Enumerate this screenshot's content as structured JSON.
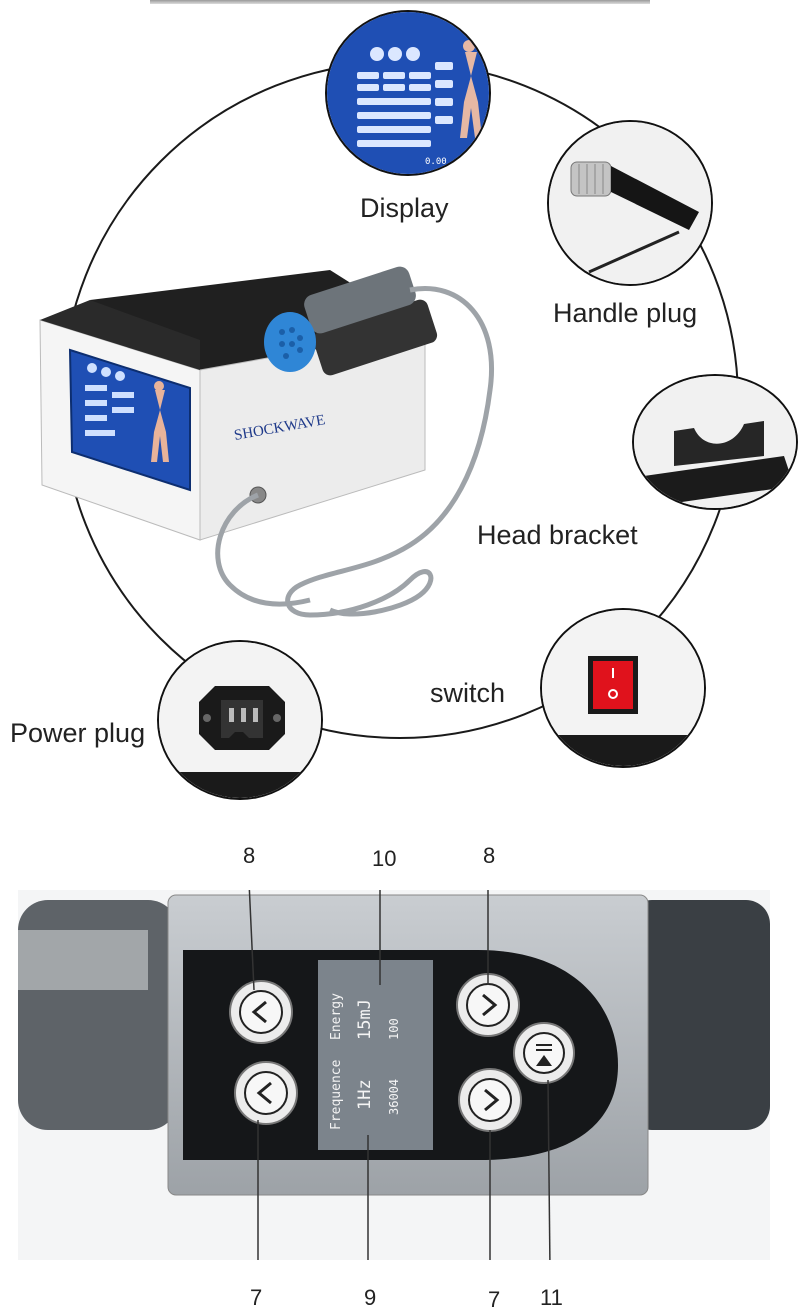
{
  "callouts": {
    "display": "Display",
    "handle_plug": "Handle plug",
    "head_bracket": "Head bracket",
    "switch": "switch",
    "power_plug": "Power plug"
  },
  "device": {
    "brand": "SHOCKWAVE",
    "screen_time": "0.00"
  },
  "handpiece": {
    "lcd_energy_label": "Energy",
    "lcd_energy_value": "15mJ",
    "lcd_energy_extra": "100",
    "lcd_frequency_label": "Frequence",
    "lcd_frequency_value": "1Hz",
    "lcd_count": "36004"
  },
  "callout_numbers": {
    "top_left": "8",
    "top_center": "10",
    "top_right": "8",
    "bottom_1": "7",
    "bottom_2": "9",
    "bottom_3": "7",
    "bottom_4": "11"
  },
  "colors": {
    "screen_blue": "#1f4fb4",
    "head_blue": "#2f86d6",
    "switch_red": "#e0121c",
    "body_white": "#f2f2f2",
    "body_black": "#1c1c1c",
    "housing_grey": "#a9aeb3"
  }
}
